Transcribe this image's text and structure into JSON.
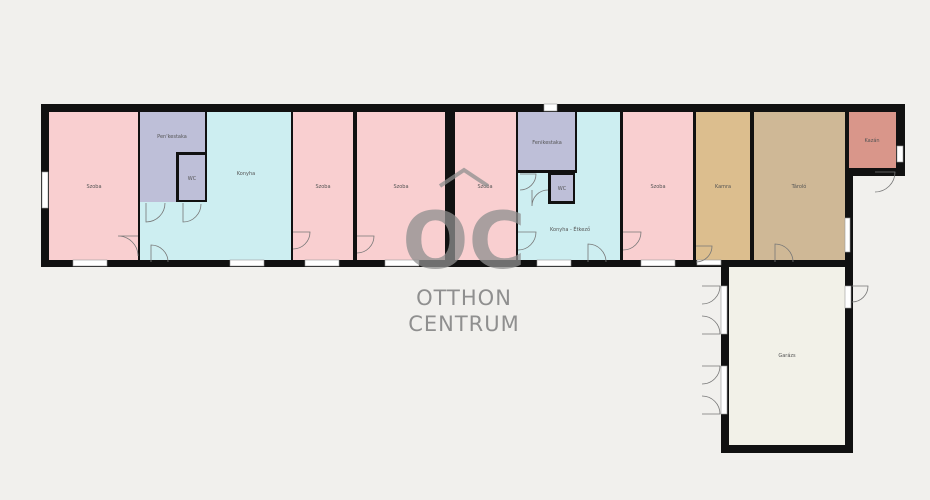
{
  "watermark": {
    "logo_letters": "OC",
    "line1": "OTTHON",
    "line2": "CENTRUM"
  },
  "rooms": [
    {
      "id": "bedroom1",
      "label": "Szoba",
      "color": "#f9cfd0"
    },
    {
      "id": "pantry1",
      "label": "Pen'kestaka",
      "color": "#bebfd8"
    },
    {
      "id": "wc1",
      "label": "WC",
      "color": "#bebfd8"
    },
    {
      "id": "kitchen1",
      "label": "Konyha",
      "color": "#cdeef1"
    },
    {
      "id": "bedroom2",
      "label": "Szoba",
      "color": "#f9cfd0"
    },
    {
      "id": "bedroom3",
      "label": "Szoba",
      "color": "#f9cfd0"
    },
    {
      "id": "bedroom4",
      "label": "Szoba",
      "color": "#f9cfd0"
    },
    {
      "id": "pantry2",
      "label": "Fenikestaka",
      "color": "#bebfd8"
    },
    {
      "id": "wc2",
      "label": "WC",
      "color": "#bebfd8"
    },
    {
      "id": "kitchen2",
      "label": "Konyha - Étkező",
      "color": "#cdeef1"
    },
    {
      "id": "bedroom5",
      "label": "Szoba",
      "color": "#f9cfd0"
    },
    {
      "id": "hall",
      "label": "Kamra",
      "color": "#dcbe8e"
    },
    {
      "id": "storage",
      "label": "Tároló",
      "color": "#cfb896"
    },
    {
      "id": "boiler",
      "label": "Kazán",
      "color": "#d9968a"
    },
    {
      "id": "garage",
      "label": "Garázs",
      "color": "#f2f1e8"
    }
  ],
  "colors": {
    "wall": "#111111",
    "background": "#f1f0ed",
    "watermark": "#8f8f8f"
  }
}
